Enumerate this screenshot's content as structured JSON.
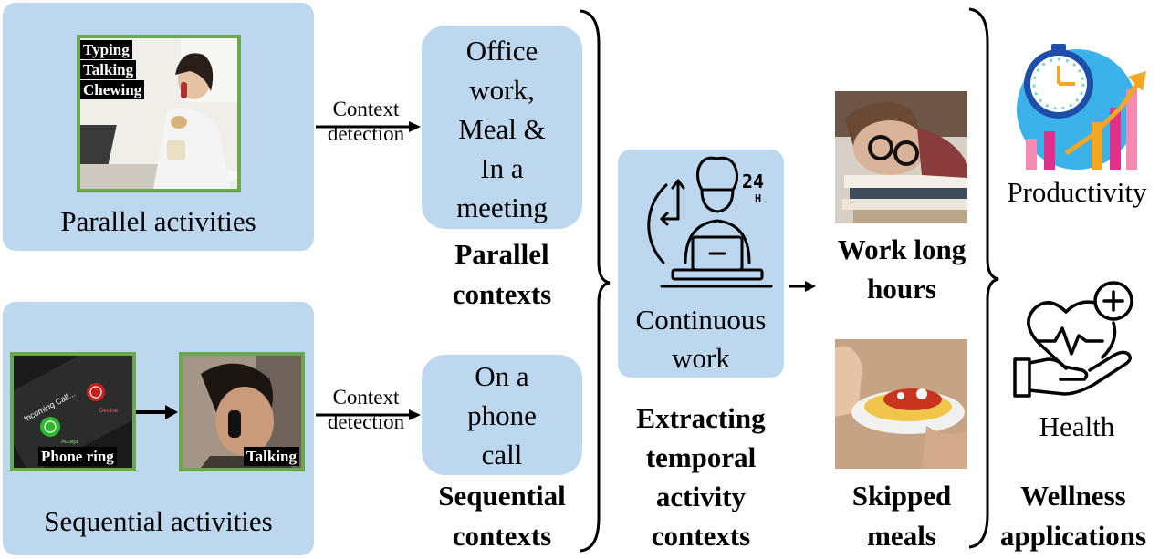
{
  "left": {
    "parallel_caption": "Parallel activities",
    "parallel_tags": [
      "Typing",
      "Talking",
      "Chewing"
    ],
    "sequential_caption": "Sequential activities",
    "phone_ring_tag": "Phone ring",
    "talking_tag": "Talking",
    "phone_screen_text": "Incoming Call...",
    "decline_text": "Decline",
    "accept_text": "Accept"
  },
  "detection": {
    "line1": "Context",
    "line2": "detection"
  },
  "contexts": {
    "parallel_box": [
      "Office",
      "work,",
      "Meal &",
      "In a",
      "meeting"
    ],
    "parallel_caption": [
      "Parallel",
      "contexts"
    ],
    "sequential_box": [
      "On a",
      "phone",
      "call"
    ],
    "sequential_caption": [
      "Sequential",
      "contexts"
    ]
  },
  "temporal": {
    "box_label": [
      "Continuous",
      "work"
    ],
    "icon_badge": "24",
    "icon_badge_sub": "H",
    "caption": [
      "Extracting",
      "temporal",
      "activity",
      "contexts"
    ]
  },
  "outcomes": {
    "work_long": [
      "Work long",
      "hours"
    ],
    "skipped": [
      "Skipped",
      "meals"
    ]
  },
  "applications": {
    "productivity": "Productivity",
    "health": "Health",
    "caption": [
      "Wellness",
      "applications"
    ]
  }
}
